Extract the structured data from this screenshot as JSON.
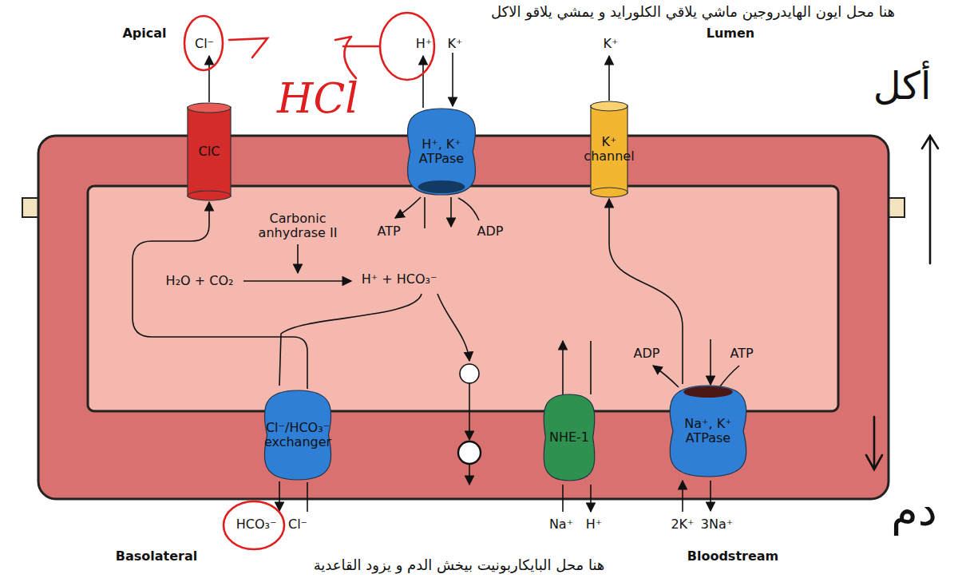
{
  "diagram": {
    "nodes": [
      {
        "text": [
          "ClC"
        ]
      },
      {
        "text": [
          "H⁺, K⁺ ATPase"
        ]
      },
      {
        "text": [
          "K⁺ channel"
        ]
      },
      {
        "text": [
          "Cl⁻/HCO₃⁻ exchanger"
        ]
      },
      {
        "text": [
          "NHE-1"
        ]
      },
      {
        "text": [
          "Na⁺, K⁺ ATPase"
        ]
      }
    ],
    "edges": [
      {
        "from": 3,
        "to": 0,
        "arrow": "to"
      },
      {
        "from": 5,
        "to": 2,
        "arrow": "to"
      }
    ],
    "labels": [
      "هنا محل ايون الهايدروجين ماشي يلاقي الكلورايد و يمشي يلاقو الاكل",
      "Apical",
      "Cl⁻",
      "HCl",
      "H⁺",
      "K⁺",
      "Lumen",
      "K⁺",
      "أكل",
      "Carbonic anhydrase II",
      "ATP",
      "ADP",
      "H₂O + CO₂",
      "H⁺ + HCO₃⁻",
      "ADP",
      "ATP",
      "HCO₃⁻",
      "Cl⁻",
      "Na⁺",
      "H⁺",
      "2K⁺",
      "3Na⁺",
      "دم",
      "Basolateral",
      "هنا محل البايكاربونيت بيخش الدم و يزود القاعدية",
      "Bloodstream"
    ]
  }
}
